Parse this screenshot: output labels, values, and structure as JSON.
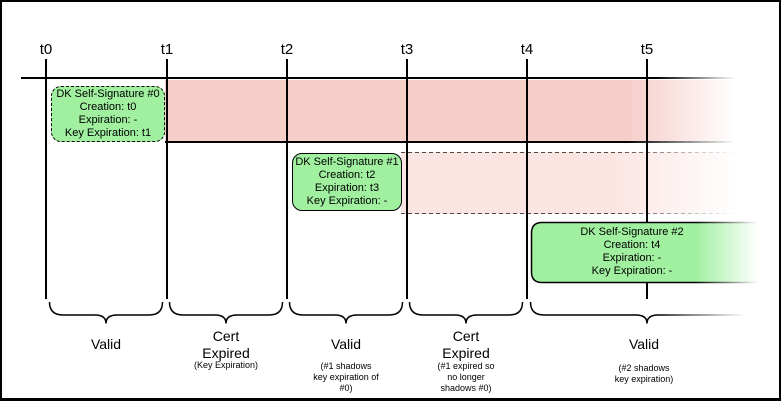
{
  "diagram": {
    "title_hint": "DK self-signature validity timeline",
    "ticks": [
      "t0",
      "t1",
      "t2",
      "t3",
      "t4",
      "t5"
    ],
    "signatures": [
      {
        "title": "DK Self-Signature #0",
        "creation": "Creation: t0",
        "expiration": "Expiration: -",
        "key_expiration": "Key Expiration: t1"
      },
      {
        "title": "DK Self-Signature #1",
        "creation": "Creation: t2",
        "expiration": "Expiration: t3",
        "key_expiration": "Key Expiration: -"
      },
      {
        "title": "DK Self-Signature #2",
        "creation": "Creation: t4",
        "expiration": "Expiration: -",
        "key_expiration": "Key Expiration: -"
      }
    ],
    "periods": [
      {
        "label": "Valid",
        "sublabel": ""
      },
      {
        "label": "Cert\nExpired",
        "sublabel": "(Key Expiration)"
      },
      {
        "label": "Valid",
        "sublabel": "(#1 shadows\nkey expiration of\n#0)"
      },
      {
        "label": "Cert\nExpired",
        "sublabel": "(#1 expired so\nno longer\nshadows #0)"
      },
      {
        "label": "Valid",
        "sublabel": "(#2 shadows\nkey expiration)"
      }
    ],
    "colors": {
      "band_sig0": "#f5cdc9",
      "band_sig1_shadow": "#fbe5e2",
      "signature_green": "#a0f0a0",
      "line": "#000000"
    }
  }
}
